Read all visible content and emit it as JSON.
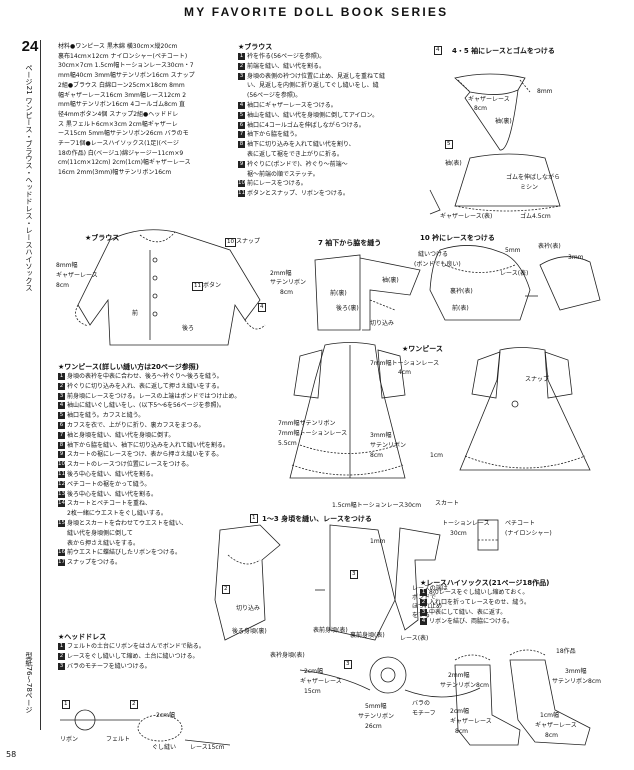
{
  "header": {
    "series_title": "MY FAVORITE DOLL BOOK SERIES"
  },
  "sidebar": {
    "chapter_number": "24",
    "chapter_title": "ページ21 ワンピース・ブラウス・ヘッドドレス・レースハイソックス",
    "pattern_ref": "型紙76～78ページ"
  },
  "page_number": "58",
  "materials": {
    "lines": [
      "材料●ワンピース 黒木綿 横30cm×縦20cm",
      "裏布14cm×12cm ナイロンシャー(ペチコート)",
      "30cm×7cm 1.5cm幅トーションレース30cm・7",
      "mm幅40cm 3mm幅サテンリボン16cm スナップ",
      "2組●ブラウス 白綿ローン25cm×18cm 8mm",
      "幅ギャザーレース16cm 3mm幅レース12cm 2",
      "mm幅サテンリボン16cm 4コールゴム8cm 直",
      "径4mmボタン4個 スナップ2組●ヘッドドレ",
      "ス 黒フェルト6cm×3cm 2cm幅ギャザーレ",
      "ース15cm 5mm幅サテンリボン26cm バラのモ",
      "チーフ1個●レースハイソックス(1足)(ページ",
      "18の作品) 白(ベージュ)綿ジャージー11cm×9",
      "cm(11cm×12cm) 2cm(1cm)幅ギャザーレース",
      "16cm 2mm(3mm)幅サテンリボン16cm"
    ]
  },
  "blouse_steps": {
    "title": "★ブラウス",
    "steps": [
      {
        "n": "1",
        "text": "衿を作る(56ページを参照)。"
      },
      {
        "n": "2",
        "text": "前端を縫い、縫い代を割る。"
      },
      {
        "n": "3",
        "text": "身頃の表側の衿つけ位置に止め、見返しを重ねて縫"
      },
      {
        "n": "",
        "text": "い、見返しを内側に折り返してぐし縫いをし、縫"
      },
      {
        "n": "",
        "text": "(56ページを参照)。"
      },
      {
        "n": "4",
        "text": "袖口にギャザーレースをつける。"
      },
      {
        "n": "5",
        "text": "袖山を縫い、縫い代を身頃側に倒してアイロン。"
      },
      {
        "n": "6",
        "text": "袖口に4コールゴムを伸ばしながらつける。"
      },
      {
        "n": "7",
        "text": "袖下から脇を縫う。"
      },
      {
        "n": "8",
        "text": "袖下に切り込みを入れて縫い代を割り、"
      },
      {
        "n": "",
        "text": "表に返して裾をでき上がりに折る。"
      },
      {
        "n": "9",
        "text": "衿ぐりに(ポンドで)、衿ぐり～前端～"
      },
      {
        "n": "",
        "text": "裾～前端の順でステッチ。"
      },
      {
        "n": "10",
        "text": "前にレースをつける。"
      },
      {
        "n": "11",
        "text": "ボタンとスナップ、リボンをつける。"
      }
    ]
  },
  "onepiece_steps": {
    "title": "★ワンピース(詳しい縫い方は20ページ参照)",
    "steps": [
      {
        "n": "1",
        "text": "身頃の表衿を中表に合わせ、後ろ～衿ぐり～後ろを縫う。"
      },
      {
        "n": "2",
        "text": "衿ぐりに切り込みを入れ、表に返して押さえ縫いをする。"
      },
      {
        "n": "3",
        "text": "前身頃にレースをつける。レースの上端はボンドではつけ止め。"
      },
      {
        "n": "4",
        "text": "袖山に縫いぐし縫いをし、(以下5～6を56ページを参照)。"
      },
      {
        "n": "5",
        "text": "袖口を縫う。カフスと縫う。"
      },
      {
        "n": "6",
        "text": "カフスを衣で、上がりに折り、裏カフスをまつる。"
      },
      {
        "n": "7",
        "text": "袖と身頃を縫い、縫い代を身頃に倒す。"
      },
      {
        "n": "8",
        "text": "袖下から脇を縫い、袖下に切り込みを入れて縫い代を割る。"
      },
      {
        "n": "9",
        "text": "スカートの裾にレースをつけ、表から押さえ縫いをする。"
      },
      {
        "n": "10",
        "text": "スカートのレースつけ位置にレースをつける。"
      },
      {
        "n": "11",
        "text": "後ろ中心を縫い、縫い代を割る。"
      },
      {
        "n": "12",
        "text": "ペチコートの裾をかって縫う。"
      },
      {
        "n": "13",
        "text": "後ろ中心を縫い、縫い代を割る。"
      },
      {
        "n": "14",
        "text": "スカートとペチコートを重ね、"
      },
      {
        "n": "",
        "text": "2枚一緒にウエストをぐし縫いする。"
      },
      {
        "n": "15",
        "text": "身頃とスカートを合わせてウエストを縫い、"
      },
      {
        "n": "",
        "text": "縫い代を身頃側に倒して"
      },
      {
        "n": "",
        "text": "表から押さえ縫いをする。"
      },
      {
        "n": "16",
        "text": "前ウエストに蝶結びしたリボンをつける。"
      },
      {
        "n": "17",
        "text": "スナップをつける。"
      }
    ]
  },
  "headdress_steps": {
    "title": "★ヘッドドレス",
    "steps": [
      {
        "n": "1",
        "text": "フェルトの土台にリボンをはさんでボンドで貼る。"
      },
      {
        "n": "2",
        "text": "レースをぐし縫いして縮め、土台に縫いつける。"
      },
      {
        "n": "3",
        "text": "バラのモチーフを縫いつける。"
      }
    ]
  },
  "socks_steps": {
    "title": "★レースハイソックス(21ページ18作品)",
    "steps": [
      {
        "n": "1",
        "text": "8のレースをぐし縫いし縮めておく。"
      },
      {
        "n": "2",
        "text": "入れ口を折ってレースをのせ、縫う。"
      },
      {
        "n": "3",
        "text": "中表にして縫い、表に返す。"
      },
      {
        "n": "4",
        "text": "リボンを結び、両脇につける。"
      }
    ]
  },
  "diagrams": {
    "sleeve": {
      "title": "4・5 袖にレースとゴムをつける",
      "labels": [
        "8mm",
        "ギャザーレース",
        "8cm",
        "袖(裏)",
        "袖(表)",
        "ゴムを伸ばしながら",
        "ミシン",
        "ギャザーレース(表)",
        "ゴム4.5cm"
      ],
      "step_tags": [
        "4",
        "5"
      ]
    },
    "blouse": {
      "title": "★ブラウス",
      "labels": [
        "スナップ",
        "8mm幅",
        "ギャザーレース",
        "8cm",
        "前",
        "ボタン",
        "2mm幅",
        "サテンリボン",
        "8cm",
        "後ろ"
      ],
      "step_tags": [
        "10",
        "11",
        "4"
      ]
    },
    "side_seam": {
      "title": "7 袖下から脇を縫う",
      "labels": [
        "前(裏)",
        "後ろ(裏)",
        "切り込み",
        "袖(裏)"
      ],
      "step_tag": "7"
    },
    "collar": {
      "title": "10 衿にレースをつける",
      "labels": [
        "5mm",
        "表衿(表)",
        "3mm",
        "縫いつける",
        "(ボンドでも良い)",
        "レース(表)",
        "裏衿(表)",
        "前(表)"
      ],
      "step_tag": "10"
    },
    "dress": {
      "title": "★ワンピース",
      "labels": [
        "7mm幅トーションレース",
        "4cm",
        "7mm幅サテンリボン",
        "7mm幅トーションレース",
        "5.5cm",
        "3mm幅",
        "サテンリボン",
        "8cm",
        "1cm",
        "1.5cm幅トーションレース30cm",
        "スナップ",
        "スカート",
        "トーションレース",
        "30cm",
        "ペチコート",
        "(ナイロンシャー)"
      ]
    },
    "bodice": {
      "title": "1～3 身頃を縫い、レースをつける",
      "labels": [
        "後ろ身頃(裏)",
        "切り込み",
        "表前身頃(表)",
        "1mm",
        "表衿身頃(表)",
        "裏前身頃(表)",
        "レースの端は",
        "ボンドで",
        "ほつれ止め",
        "をする",
        "レース(表)"
      ],
      "step_tags": [
        "1",
        "2",
        "3"
      ]
    },
    "headdress": {
      "labels": [
        "2cm幅",
        "ギャザーレース",
        "15cm",
        "5mm幅",
        "サテンリボン",
        "26cm",
        "バラの",
        "モチーフ",
        "リボン",
        "フェルト",
        "2cm幅",
        "レース15cm",
        "ぐし縫い"
      ],
      "step_tags": [
        "1",
        "2",
        "3"
      ]
    },
    "socks": {
      "labels": [
        "2mm幅",
        "サテンリボン8cm",
        "2cm幅",
        "ギャザーレース",
        "8cm",
        "18作品",
        "1cm幅",
        "ギャザーレース",
        "8cm",
        "3mm幅",
        "サテンリボン8cm"
      ]
    }
  }
}
